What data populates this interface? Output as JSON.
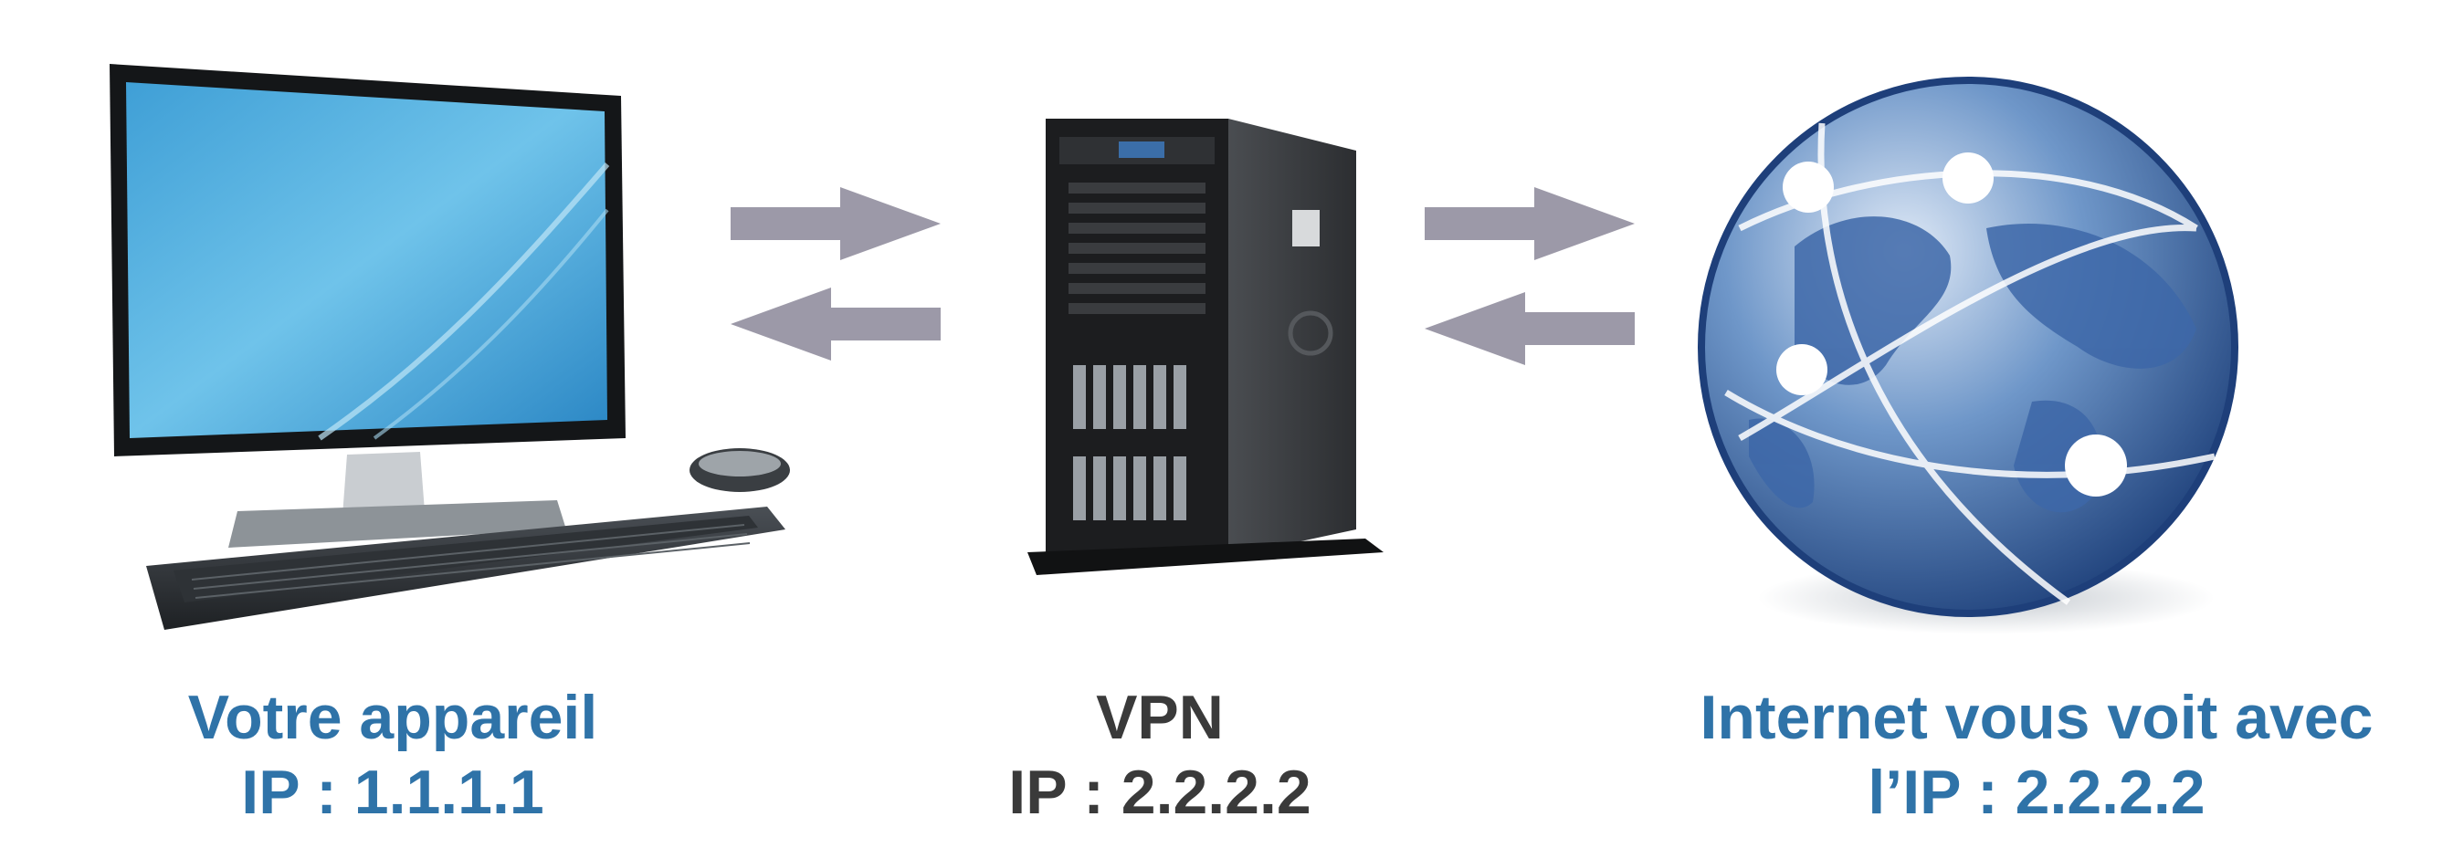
{
  "colors": {
    "device_label": "#2f73a8",
    "vpn_label": "#3a3a3a",
    "internet_label": "#2f73a8",
    "arrow": "#9c99a8"
  },
  "nodes": {
    "device": {
      "icon": "desktop-computer-icon",
      "title": "Votre appareil",
      "ip": "IP : 1.1.1.1"
    },
    "vpn": {
      "icon": "server-tower-icon",
      "title": "VPN",
      "ip": "IP : 2.2.2.2"
    },
    "internet": {
      "icon": "globe-network-icon",
      "title": "Internet vous voit avec",
      "ip": "l’IP : 2.2.2.2"
    }
  }
}
